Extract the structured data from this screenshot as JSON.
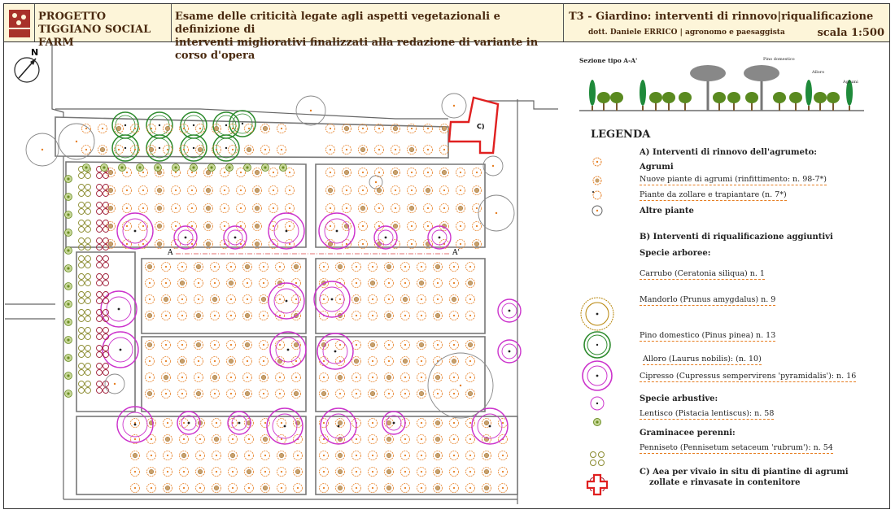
{
  "header": {
    "project_line1": "PROGETTO",
    "project_line2": "TIGGIANO SOCIAL FARM",
    "desc_line1": "Esame delle criticità legate agli aspetti vegetazionali e definizione di",
    "desc_line2": "interventi migliorativi finalizzati alla redazione di variante in corso d'opera",
    "table_title": "T3 - Giardino: interventi di rinnovo|riqualificazione",
    "author": "dott. Daniele ERRICO | agronomo e paesaggista",
    "scale": "scala 1:500"
  },
  "plan": {
    "north": "N",
    "section_a": "A",
    "section_a_prime": "A'",
    "area_c": "C)"
  },
  "section": {
    "title": "Sezione tipo A-A'",
    "label_pine": "Pino domestico",
    "label_laurel": "Alloro",
    "label_citrus": "Agrumi"
  },
  "legend": {
    "title": "LEGENDA",
    "group_a": "A) Interventi di rinnovo dell'agrumeto:",
    "agrumi": "Agrumi",
    "new_citrus": "Nuove piante di agrumi (rinfittimento: n. 98-7*)",
    "transplant": "Piante da zollare e trapiantare (n. 7*)",
    "other": "Altre piante",
    "group_b": "B) Interventi di riqualificazione aggiuntivi",
    "trees": "Specie arboree:",
    "carrubo": "Carrubo (Ceratonia siliqua) n. 1",
    "mandorlo": "Mandorlo (Prunus amygdalus) n. 9",
    "pino": "Pino domestico (Pinus pinea) n. 13",
    "alloro": "Alloro (Laurus nobilis): (n. 10)",
    "cipresso": "Cipresso (Cupressus sempervirens 'pyramidalis'): n. 16",
    "shrubs": "Specie arbustive:",
    "lentisco": "Lentisco (Pistacia lentiscus): n. 58",
    "grasses": "Graminacee perenni:",
    "penniseto": "Penniseto (Pennisetum setaceum 'rubrum'): n. 54",
    "group_c_line1": "C) Aea per vivaio in situ di piantine di agrumi",
    "group_c_line2": "zollate e rinvasate in contenitore"
  },
  "colors": {
    "citrus": "#e67e22",
    "pine": "#cc33cc",
    "almond": "#2e8b2e",
    "carob": "#b8860b",
    "cypress": "#6b8e23",
    "penniseto": "#a0203a",
    "area": "#e02020"
  }
}
